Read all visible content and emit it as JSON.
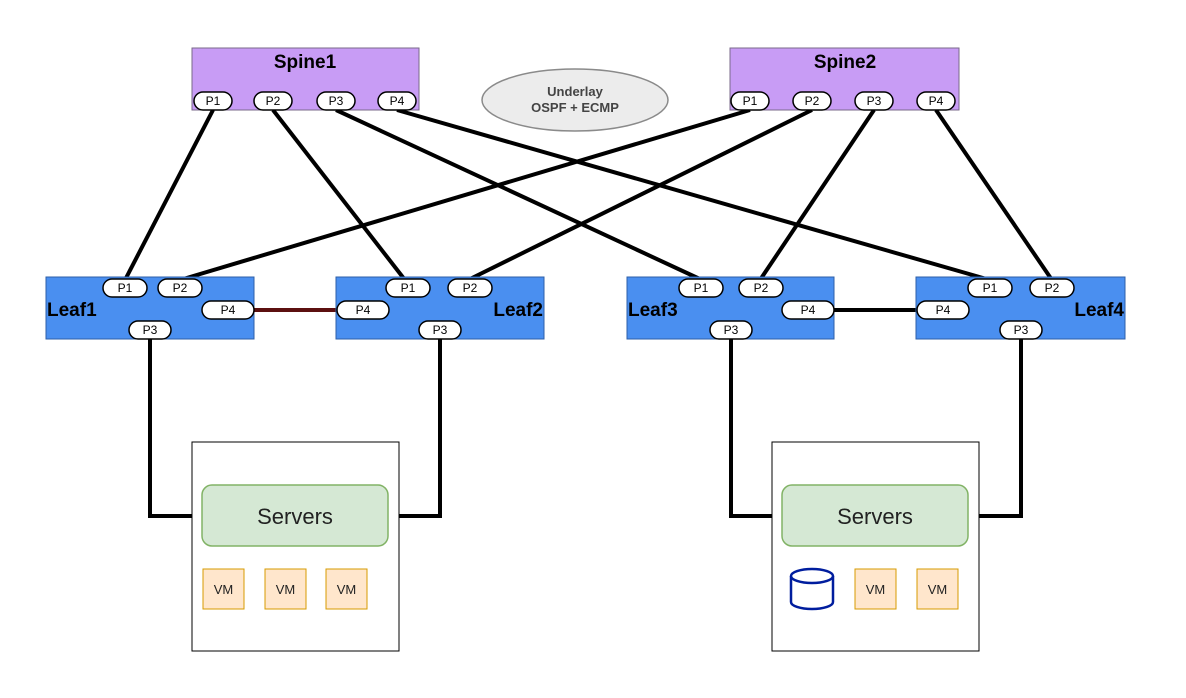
{
  "spines": [
    {
      "name": "Spine1",
      "ports": [
        "P1",
        "P2",
        "P3",
        "P4"
      ]
    },
    {
      "name": "Spine2",
      "ports": [
        "P1",
        "P2",
        "P3",
        "P4"
      ]
    }
  ],
  "leaves": [
    {
      "name": "Leaf1",
      "ports": [
        "P1",
        "P2",
        "P4",
        "P3"
      ]
    },
    {
      "name": "Leaf2",
      "ports": [
        "P1",
        "P2",
        "P4",
        "P3"
      ]
    },
    {
      "name": "Leaf3",
      "ports": [
        "P1",
        "P2",
        "P4",
        "P3"
      ]
    },
    {
      "name": "Leaf4",
      "ports": [
        "P1",
        "P2",
        "P4",
        "P3"
      ]
    }
  ],
  "underlay": {
    "line1": "Underlay",
    "line2": "OSPF + ECMP"
  },
  "server_groups": [
    {
      "label": "Servers",
      "items": [
        "VM",
        "VM",
        "VM"
      ]
    },
    {
      "label": "Servers",
      "items": [
        "VM",
        "VM"
      ],
      "has_storage": true
    }
  ],
  "colors": {
    "spine_fill": "#c89cf5",
    "leaf_fill": "#4a8ff0",
    "server_fill": "#d5e8d4",
    "server_stroke": "#82b366",
    "vm_fill": "#ffe6cc",
    "vm_stroke": "#d79b00",
    "underlay_fill": "#ececec",
    "link": "#000000",
    "storage_stroke": "#001d9e"
  }
}
